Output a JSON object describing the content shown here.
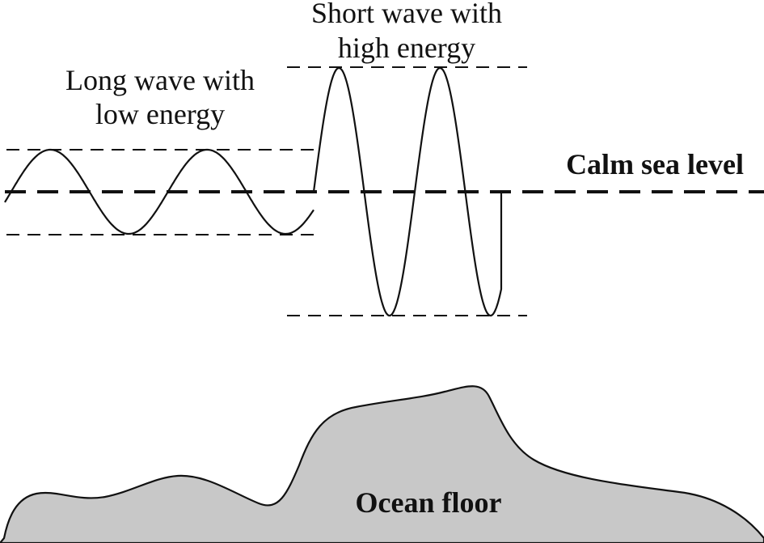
{
  "labels": {
    "long_wave_line1": "Long wave with",
    "long_wave_line2": "low energy",
    "short_wave_line1": "Short wave with",
    "short_wave_line2": "high energy",
    "calm_sea_level": "Calm sea level",
    "ocean_floor": "Ocean floor"
  },
  "colors": {
    "line": "#111111",
    "ocean_floor_fill": "#c8c8c8",
    "background": "#ffffff"
  }
}
